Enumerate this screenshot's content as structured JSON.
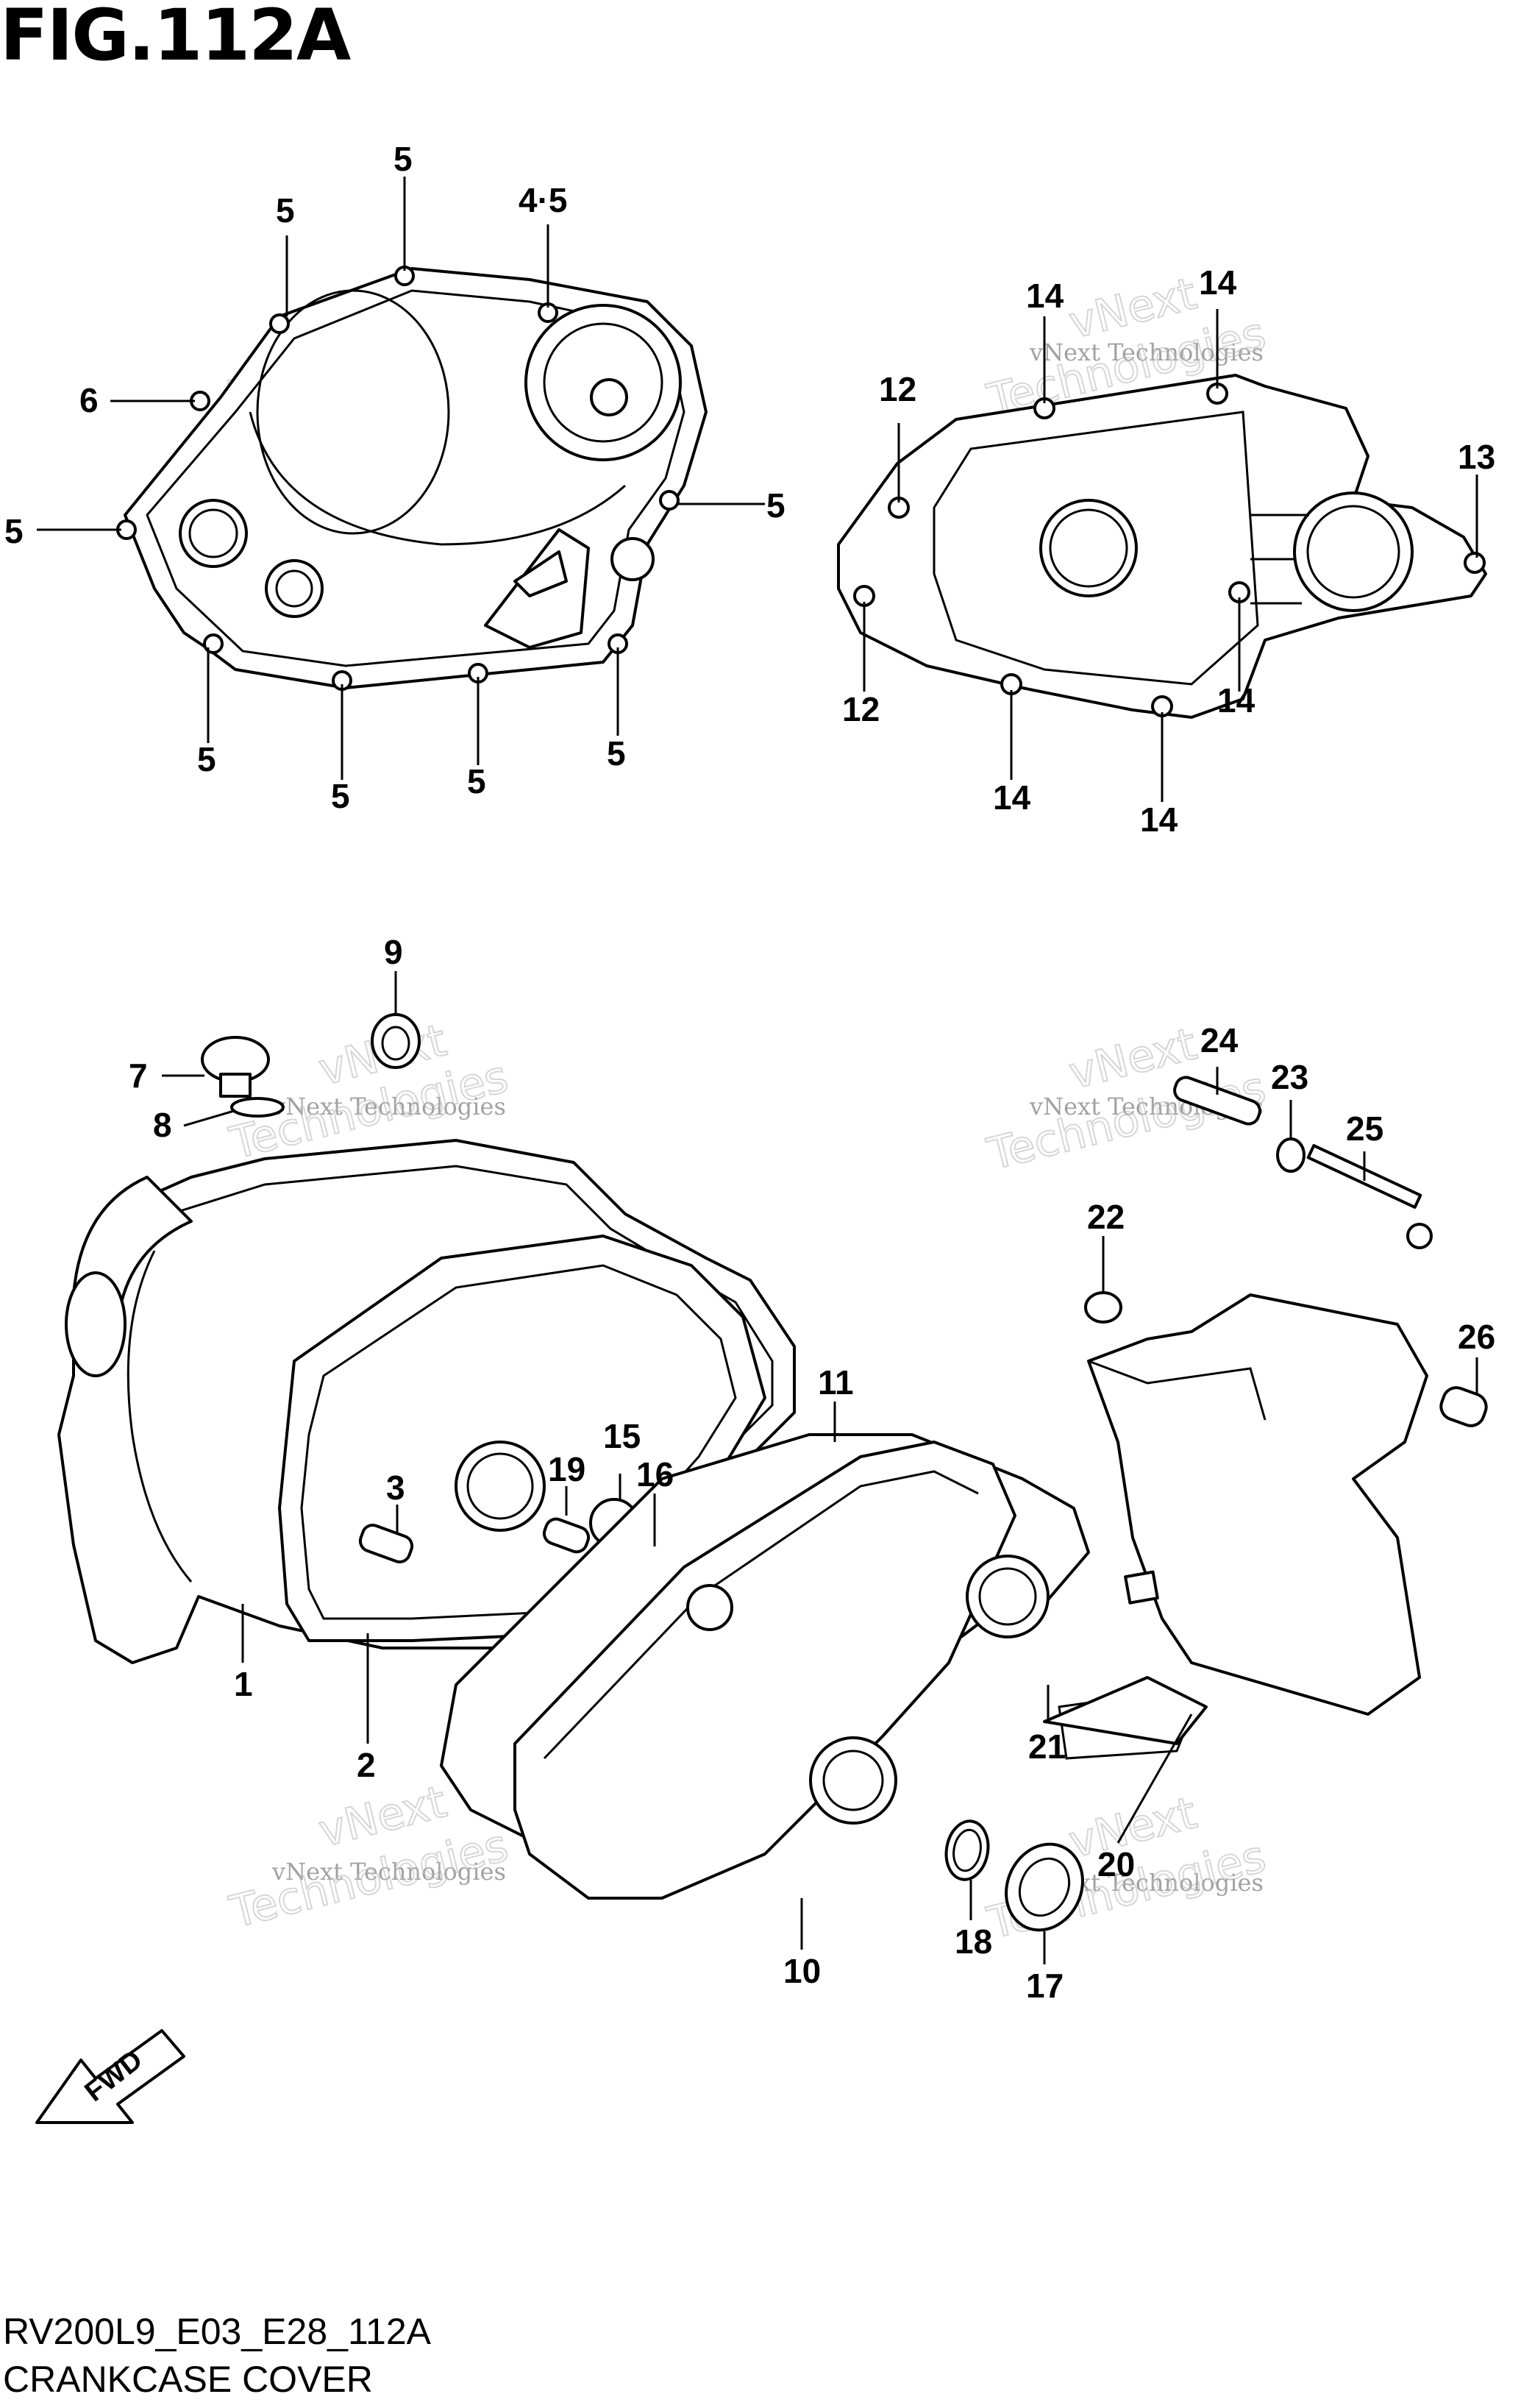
{
  "figure": {
    "title": "FIG.112A",
    "diagram_code": "RV200L9_E03_E28_112A",
    "diagram_name": "CRANKCASE COVER",
    "fwd_label": "FWD"
  },
  "watermark": {
    "line1": "vNext Technologies",
    "line2": "Technologies",
    "line3": "vNext"
  },
  "callouts": [
    {
      "id": "c5a",
      "label": "5"
    },
    {
      "id": "c5b",
      "label": "5"
    },
    {
      "id": "c45",
      "label": "4·5"
    },
    {
      "id": "c6",
      "label": "6"
    },
    {
      "id": "c5c",
      "label": "5"
    },
    {
      "id": "c5d",
      "label": "5"
    },
    {
      "id": "c5e",
      "label": "5"
    },
    {
      "id": "c5f",
      "label": "5"
    },
    {
      "id": "c5g",
      "label": "5"
    },
    {
      "id": "c5h",
      "label": "5"
    },
    {
      "id": "c14a",
      "label": "14"
    },
    {
      "id": "c14b",
      "label": "14"
    },
    {
      "id": "c12a",
      "label": "12"
    },
    {
      "id": "c13",
      "label": "13"
    },
    {
      "id": "c12b",
      "label": "12"
    },
    {
      "id": "c14c",
      "label": "14"
    },
    {
      "id": "c14d",
      "label": "14"
    },
    {
      "id": "c14e",
      "label": "14"
    },
    {
      "id": "c9",
      "label": "9"
    },
    {
      "id": "c7",
      "label": "7"
    },
    {
      "id": "c8",
      "label": "8"
    },
    {
      "id": "c24",
      "label": "24"
    },
    {
      "id": "c23",
      "label": "23"
    },
    {
      "id": "c25",
      "label": "25"
    },
    {
      "id": "c22",
      "label": "22"
    },
    {
      "id": "c26",
      "label": "26"
    },
    {
      "id": "c11",
      "label": "11"
    },
    {
      "id": "c15",
      "label": "15"
    },
    {
      "id": "c19",
      "label": "19"
    },
    {
      "id": "c16",
      "label": "16"
    },
    {
      "id": "c3",
      "label": "3"
    },
    {
      "id": "c1",
      "label": "1"
    },
    {
      "id": "c2",
      "label": "2"
    },
    {
      "id": "c21",
      "label": "21"
    },
    {
      "id": "c20",
      "label": "20"
    },
    {
      "id": "c18",
      "label": "18"
    },
    {
      "id": "c17",
      "label": "17"
    },
    {
      "id": "c10",
      "label": "10"
    }
  ]
}
